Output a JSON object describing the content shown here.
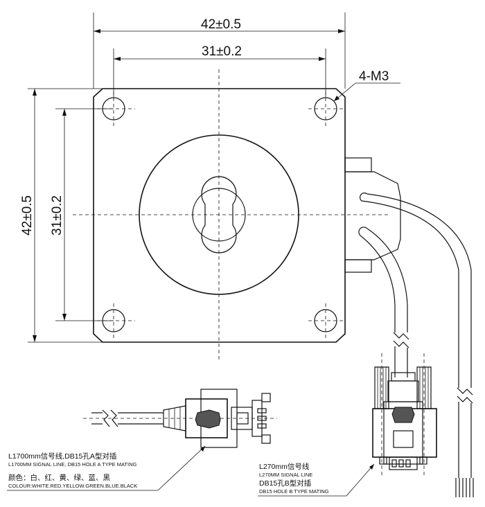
{
  "dimensions": {
    "overall_width": "42±0.5",
    "hole_spacing_width": "31±0.2",
    "overall_height": "42±0.5",
    "hole_spacing_height": "31±0.2",
    "mount_holes": "4-M3"
  },
  "cable_a": {
    "title_cn": "L1700mm信号线,DB15孔A型对插",
    "title_en": "L1700MM SIGNAL LINE, DB15 HOLE A TYPE MATING",
    "colour_cn": "颜色：白、红、黄、绿、蓝、黑",
    "colour_en": "COLOUR:WHITE.RED.YELLOW.GREEN.BLUE.BLACK"
  },
  "cable_b": {
    "title_cn": "L270mm信号线",
    "title_en": "L270MM SIGNAL LINE",
    "connector_cn": "DB15孔B型对插",
    "connector_en": "DB15 HOLE B TYPE MATING"
  }
}
